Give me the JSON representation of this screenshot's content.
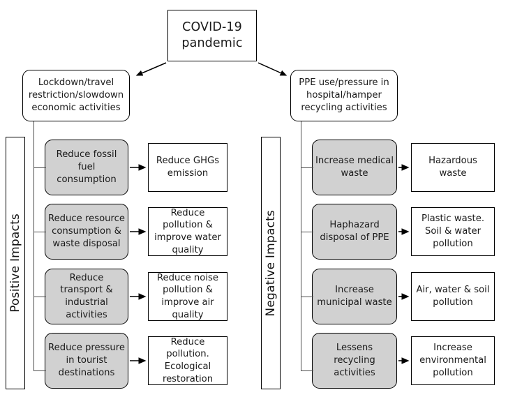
{
  "diagram": {
    "title_box": {
      "label": "COVID-19\npandemic"
    },
    "left_banner": {
      "label": "Positive Impacts"
    },
    "right_banner": {
      "label": "Negative Impacts"
    },
    "branches": [
      {
        "id": "positive",
        "label": "Lockdown/travel restriction/slowdown economic activities",
        "rows": [
          {
            "cause": "Reduce fossil fuel consumption",
            "effect": "Reduce GHGs emission"
          },
          {
            "cause": "Reduce resource consumption & waste disposal",
            "effect": "Reduce pollution & improve water quality"
          },
          {
            "cause": "Reduce transport & industrial activities",
            "effect": "Reduce noise pollution & improve air quality"
          },
          {
            "cause": "Reduce pressure in tourist destinations",
            "effect": "Reduce pollution. Ecological restoration"
          }
        ]
      },
      {
        "id": "negative",
        "label": "PPE use/pressure in hospital/hamper recycling activities",
        "rows": [
          {
            "cause": "Increase medical waste",
            "effect": "Hazardous waste"
          },
          {
            "cause": "Haphazard disposal of PPE",
            "effect": "Plastic waste. Soil & water pollution"
          },
          {
            "cause": "Increase municipal waste",
            "effect": "Air, water & soil pollution"
          },
          {
            "cause": "Lessens recycling activities",
            "effect": "Increase environmental pollution"
          }
        ]
      }
    ],
    "colors": {
      "cause_fill": "#d1d1d1",
      "effect_fill": "#ffffff",
      "stroke": "#000000",
      "connector": "#4d4d4d",
      "background": "#ffffff"
    }
  }
}
